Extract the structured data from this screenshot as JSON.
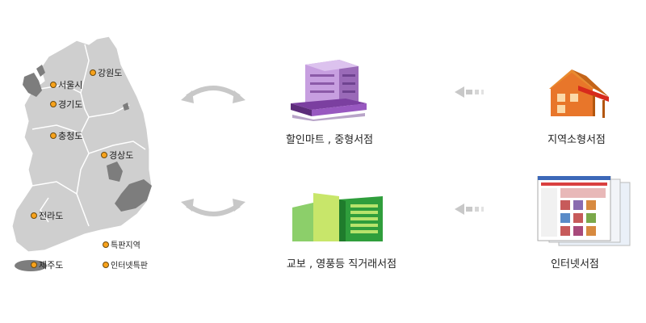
{
  "regions": {
    "gangwon": "강원도",
    "seoul": "서울시",
    "gyeonggi": "경기도",
    "chungcheong": "충청도",
    "gyeongsang": "경상도",
    "jeolla": "전라도",
    "jeju": "제주도"
  },
  "legend": {
    "special_zone": "특판지역",
    "internet_special": "인터넷특판"
  },
  "nodes": {
    "discount_mart": "할인마트 , 중형서점",
    "local_bookstore": "지역소형서점",
    "major_bookstore": "교보 , 영풍등 직거래서점",
    "online_bookstore": "인터넷서점"
  },
  "colors": {
    "map_fill": "#cfcfcf",
    "map_special": "#7d7d7d",
    "dot": "#f7a21b",
    "arrow": "#c8c8c8",
    "mart_purple": "#b48ad0",
    "building_green": "#6abf3c",
    "house_orange": "#e8762a"
  }
}
